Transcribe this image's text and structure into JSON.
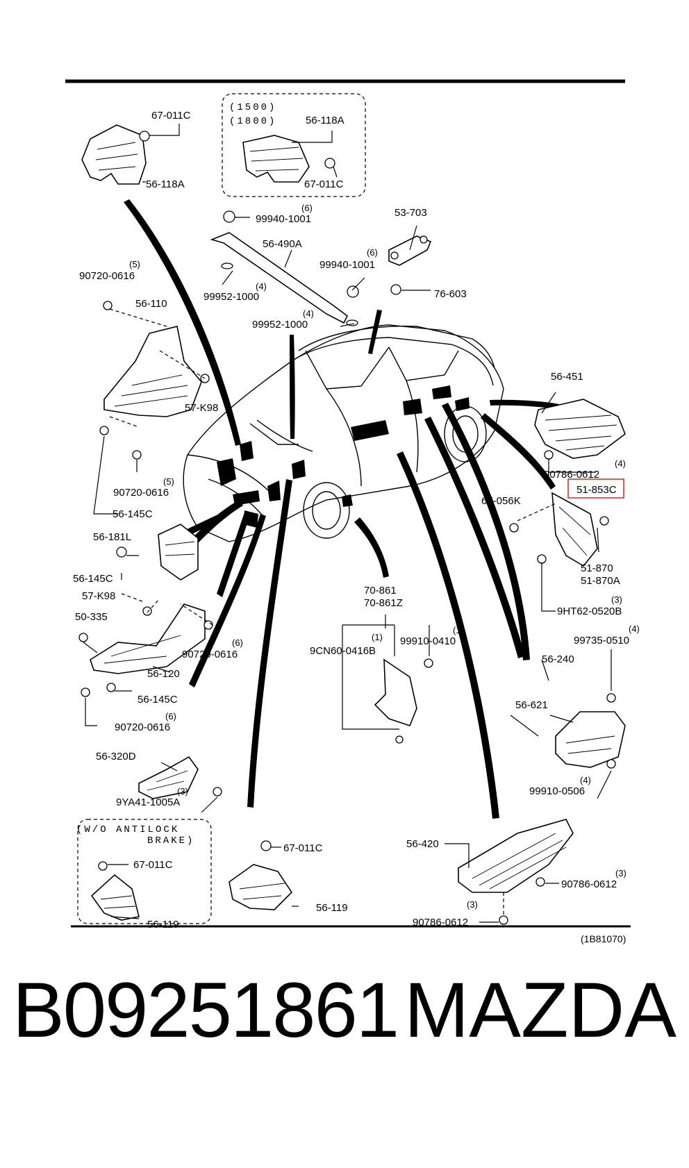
{
  "labels": {
    "l_67011c_a": "67-011C",
    "l_56118a_a": "56-118A",
    "l_1500": "(1500)",
    "l_1800": "(1800)",
    "l_56118a_b": "56-118A",
    "l_67011c_b": "67-011C",
    "l_q6_a": "(6)",
    "l_99940_a": "99940-1001",
    "l_53703": "53-703",
    "l_56490a": "56-490A",
    "l_q6_b": "(6)",
    "l_99940_b": "99940-1001",
    "l_q5_a": "(5)",
    "l_90720_a": "90720-0616",
    "l_q4_a": "(4)",
    "l_99952_a": "99952-1000",
    "l_76603": "76-603",
    "l_56110": "56-110",
    "l_q4_b": "(4)",
    "l_99952_b": "99952-1000",
    "l_57k98_a": "57-K98",
    "l_56451": "56-451",
    "l_q5_b": "(5)",
    "l_90720_b": "90720-0616",
    "l_q4_c": "(4)",
    "l_90786_a": "90786-0612",
    "l_56145c_a": "56-145C",
    "l_51853c": "51-853C",
    "l_67056k": "67-056K",
    "l_56181l": "56-181L",
    "l_56145c_b": "56-145C",
    "l_51870": "51-870",
    "l_51870a": "51-870A",
    "l_70861": "70-861",
    "l_70861z": "70-861Z",
    "l_57k98_b": "57-K98",
    "l_q3_a": "(3)",
    "l_9ht62": "9HT62-0520B",
    "l_50335": "50-335",
    "l_q1_a": "(1)",
    "l_q1_b": "(1)",
    "l_q4_d": "(4)",
    "l_9cn60": "9CN60-0416B",
    "l_99910_a": "99910-0410",
    "l_99735": "99735-0510",
    "l_q6_c": "(6)",
    "l_90720_c": "90720-0616",
    "l_56120": "56-120",
    "l_56240": "56-240",
    "l_56145c_c": "56-145C",
    "l_56621": "56-621",
    "l_q6_d": "(6)",
    "l_90720_d": "90720-0616",
    "l_56320d": "56-320D",
    "l_q4_e": "(4)",
    "l_99910_b": "99910-0506",
    "l_q3_b": "(3)",
    "l_9ya41": "9YA41-1005A",
    "l_wo_antilock": "(W/O ANTILOCK",
    "l_brake": "BRAKE)",
    "l_67011c_c": "67-011C",
    "l_67011c_d": "67-011C",
    "l_56420": "56-420",
    "l_q3_c": "(3)",
    "l_90786_b": "90786-0612",
    "l_56119_a": "56-119",
    "l_56119_b": "56-119",
    "l_q3_d": "(3)",
    "l_90786_c": "90786-0612",
    "l_1b81070": "(1B81070)"
  },
  "highlight_color": "#e02020",
  "caption": {
    "part_number": "B09251861",
    "brand": "MAZDA"
  }
}
